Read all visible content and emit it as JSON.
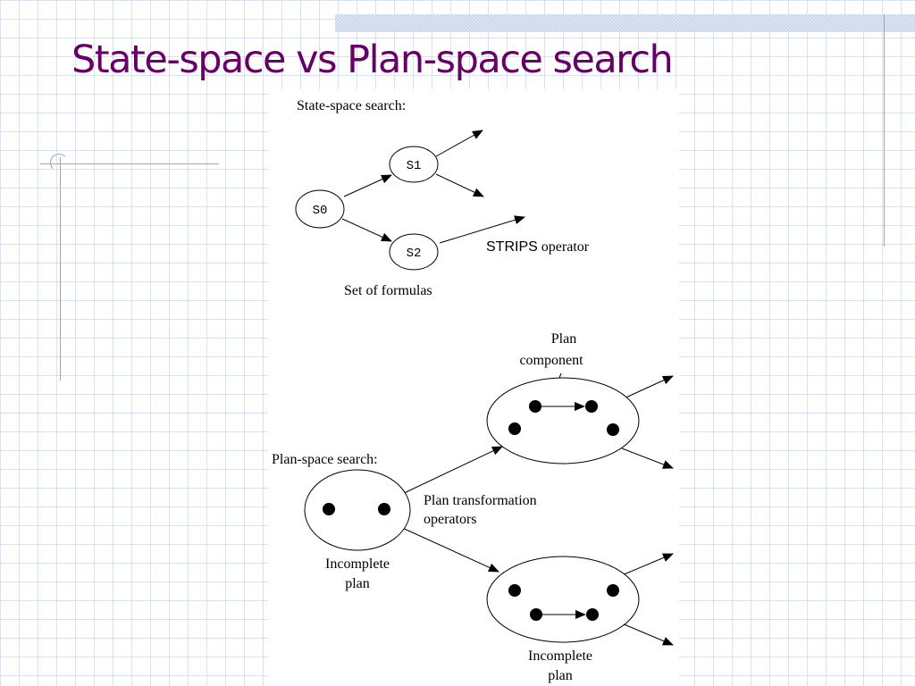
{
  "slide": {
    "title": "State-space vs Plan-space search"
  },
  "state_space": {
    "heading": "State-space search:",
    "states": [
      "S0",
      "S1",
      "S2"
    ],
    "operator_label": "STRIPS",
    "operator_suffix": " operator",
    "state_caption": "Set of formulas"
  },
  "plan_space": {
    "heading": "Plan-space search:",
    "component_label_line1": "Plan",
    "component_label_line2": "component",
    "transformation_line1": "Plan transformation",
    "transformation_line2": "operators",
    "incomplete_left_line1": "Incomplete",
    "incomplete_left_line2": "plan",
    "incomplete_bottom_line1": "Incomplete",
    "incomplete_bottom_line2": "plan"
  }
}
